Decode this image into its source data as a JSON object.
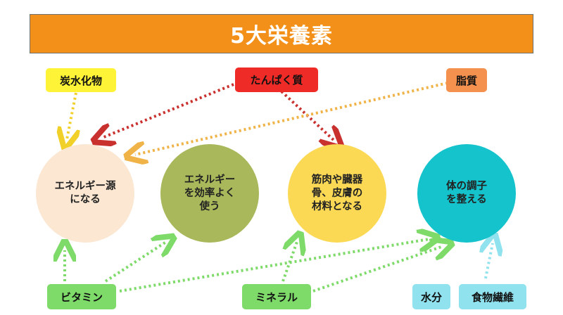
{
  "title": "5大栄養素",
  "colors": {
    "title_bg": "#f39019",
    "carb": "#fff338",
    "protein": "#ee2b26",
    "fat": "#f4914f",
    "vitamin": "#7edb6a",
    "mineral": "#7edb6a",
    "water": "#8fe2ee",
    "fiber": "#8fe2ee",
    "energy_source": "#fbe7d2",
    "energy_use": "#a9b85a",
    "body_building": "#fbd955",
    "regulation": "#14c3cc",
    "arrow_yellow": "#f2d02a",
    "arrow_red": "#c9312f",
    "arrow_orange": "#f0b347",
    "arrow_green": "#7edb6a",
    "arrow_cyan": "#8fe2ee"
  },
  "nutrients": {
    "carb": "炭水化物",
    "protein": "たんぱく質",
    "fat": "脂質",
    "vitamin": "ビタミン",
    "mineral": "ミネラル",
    "water": "水分",
    "fiber": "食物繊維"
  },
  "roles": {
    "energy_source": [
      "エネルギー源",
      "になる"
    ],
    "energy_use": [
      "エネルギー",
      "を効率よく",
      "使う"
    ],
    "body_building": [
      "筋肉や臓器",
      "骨、皮膚の",
      "材料となる"
    ],
    "regulation": [
      "体の調子",
      "を整える"
    ]
  }
}
